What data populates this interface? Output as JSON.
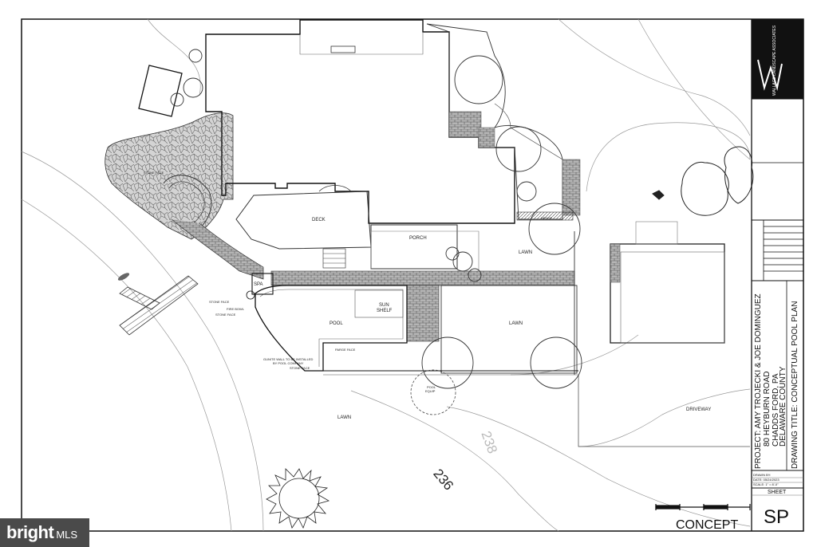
{
  "title_block": {
    "firm_name": "WALLACE LANDSCAPE ASSOCIATES",
    "project": "PROJECT: AMY TROJECKI & JOE DOMINGUEZ",
    "address_line1": "80 HEYBURN ROAD",
    "address_line2": "CHADDS FORD, PA",
    "county": "DELAWARE COUNTY",
    "drawing_title": "DRAWING TITLE:   CONCEPTUAL POOL PLAN",
    "drawn_by": "DRAWN BY:",
    "date": "DATE:   05/24/2023",
    "scale": "SCALE:   1\" = 8'-0\"",
    "sheet_label": "SHEET",
    "sheet_value": "SP",
    "stamp": "CONCEPT"
  },
  "plan_labels": {
    "deck": "DECK",
    "porch": "PORCH",
    "lawn_1": "LAWN",
    "lawn_2": "LAWN",
    "lawn_3": "LAWN",
    "pool": "POOL",
    "sun": "SUN",
    "shelf": "SHELF",
    "spa": "SPA",
    "driveway": "DRIVEWAY",
    "hedge": "HEDGE",
    "pool_equip_1": "POOL",
    "pool_equip_2": "EQUIP",
    "stone_face_1": "STONE FACE",
    "stone_face_2": "STONE FACE",
    "stone_face_3": "STONE FACE",
    "stone_face_4": "STONE FACE",
    "fire_bowl": "FIRE BOWL",
    "parge_face": "PARGE FACE",
    "gunite_1": "GUNITE WALL TO BE INSTALLED",
    "gunite_2": "BY POOL COMPANY",
    "contour_236": "236",
    "contour_238": "238"
  },
  "watermark": {
    "brand": "bright",
    "suffix": "MLS"
  },
  "colors": {
    "line": "#1a1a1a",
    "paving": "#8a8a8a",
    "watermark_bg": "#4a4a4a"
  }
}
